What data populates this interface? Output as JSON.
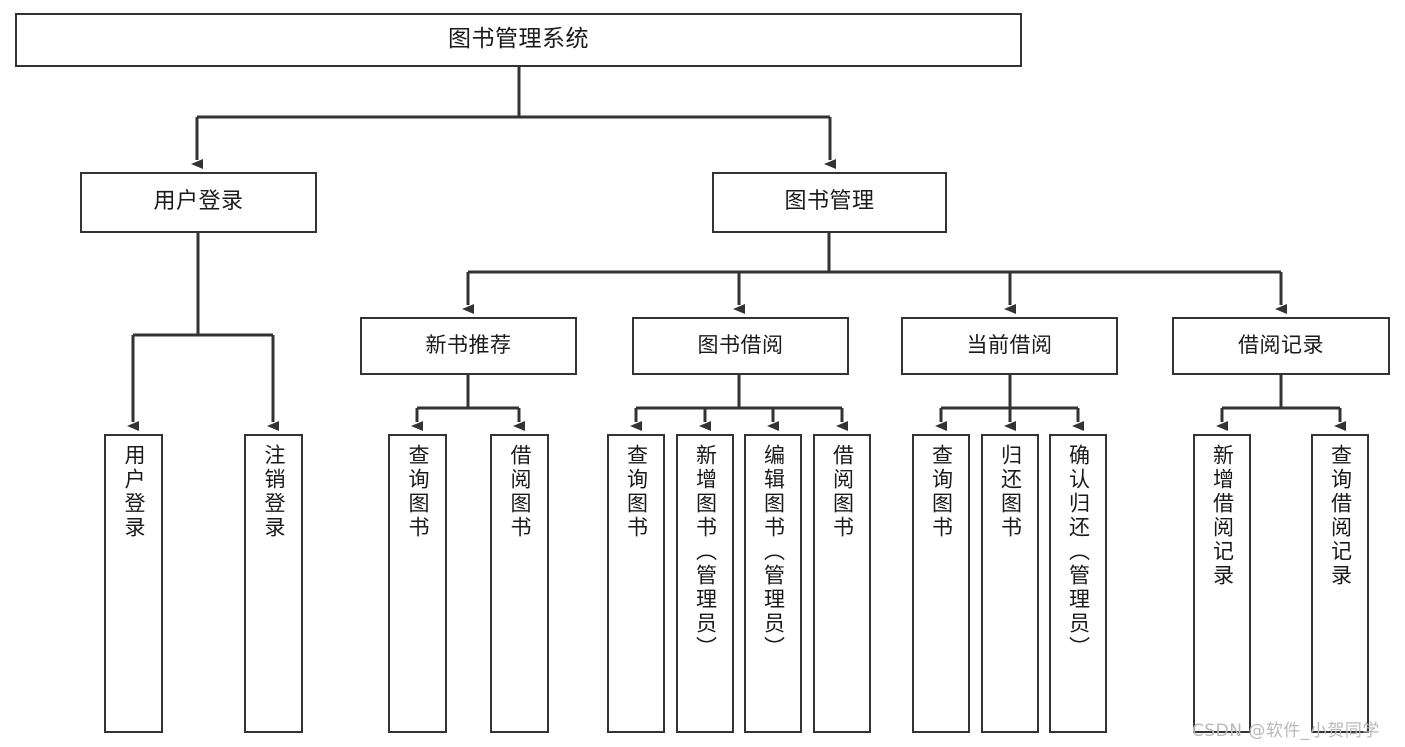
{
  "diagram": {
    "title": "图书管理系统",
    "type": "functional-structure-tree",
    "root": {
      "label": "图书管理系统"
    },
    "level1": [
      {
        "label": "用户登录"
      },
      {
        "label": "图书管理"
      }
    ],
    "level2": [
      {
        "label": "新书推荐"
      },
      {
        "label": "图书借阅"
      },
      {
        "label": "当前借阅"
      },
      {
        "label": "借阅记录"
      }
    ],
    "leaves": {
      "user_login": [
        {
          "label": "用户登录"
        },
        {
          "label": "注销登录"
        }
      ],
      "new_book_recommend": [
        {
          "label": "查询图书"
        },
        {
          "label": "借阅图书"
        }
      ],
      "book_borrow": [
        {
          "label": "查询图书"
        },
        {
          "label": "新增图书（管理员）"
        },
        {
          "label": "编辑图书（管理员）"
        },
        {
          "label": "借阅图书"
        }
      ],
      "current_borrow": [
        {
          "label": "查询图书"
        },
        {
          "label": "归还图书"
        },
        {
          "label": "确认归还（管理员）"
        }
      ],
      "borrow_record": [
        {
          "label": "新增借阅记录"
        },
        {
          "label": "查询借阅记录"
        }
      ]
    }
  },
  "watermark": {
    "text": "CSDN @软件_小贺同学"
  },
  "colors": {
    "border": "#333333",
    "background": "#ffffff",
    "text": "#1a1a1a",
    "watermark": "#b9b9b9"
  }
}
